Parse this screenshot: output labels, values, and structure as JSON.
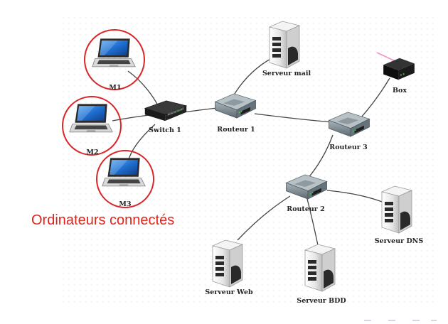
{
  "labels": {
    "m1": "M1",
    "m2": "M2",
    "m3": "M3",
    "switch1": "Switch 1",
    "routeur1": "Routeur 1",
    "routeur2": "Routeur 2",
    "routeur3": "Routeur 3",
    "serveur_mail": "Serveur mail",
    "box": "Box",
    "serveur_dns": "Serveur DNS",
    "serveur_web": "Serveur Web",
    "serveur_bdd": "Serveur BDD"
  },
  "caption": "Ordinateurs connectés",
  "colors": {
    "highlight": "#d8262a",
    "caption": "#e0241b",
    "cable": "#444444",
    "laptop_screen": "#1f6fd1",
    "server_body": "#e9e9e9",
    "router_body": "#7d8b93",
    "switch_body": "#1b1b1b",
    "box_body": "#111111"
  }
}
